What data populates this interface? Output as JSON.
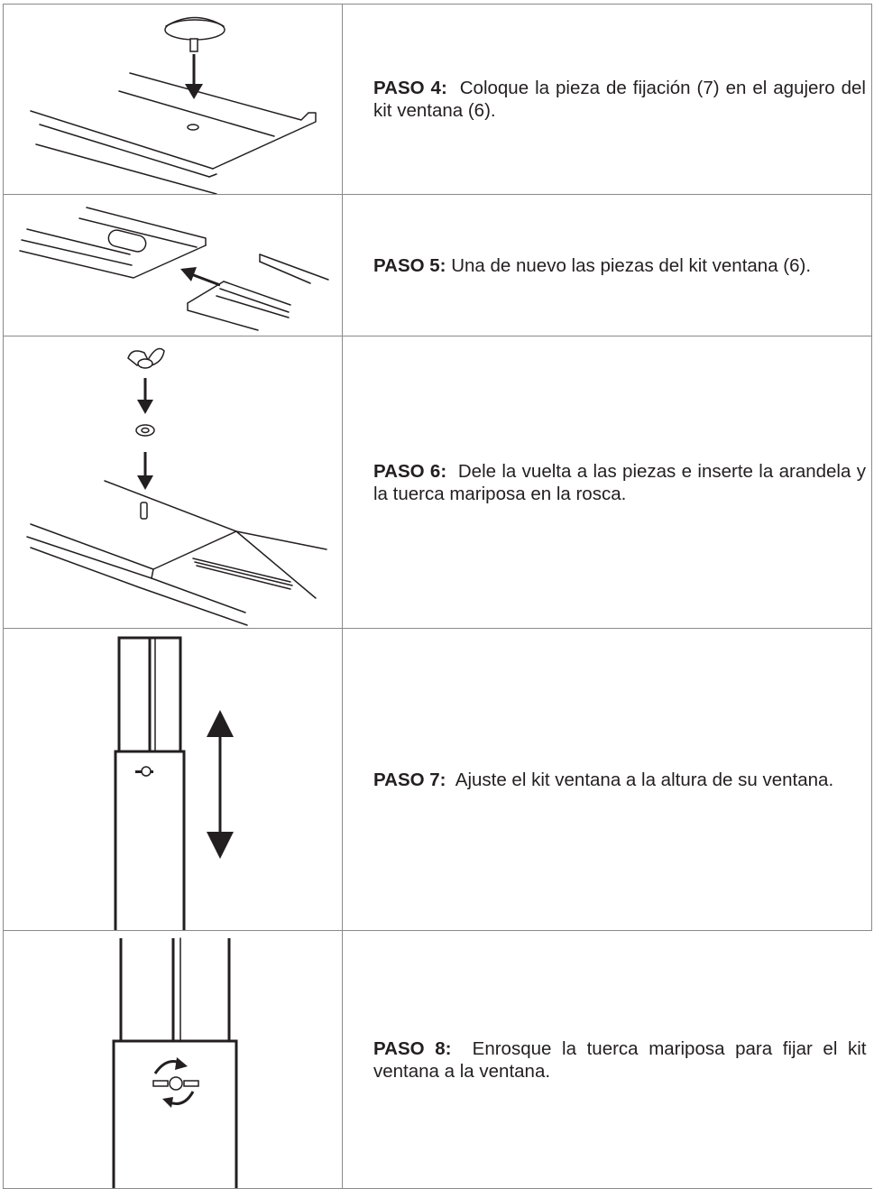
{
  "steps": [
    {
      "label": "PASO 4:",
      "text": "Coloque la pieza de fijación (7) en el agujero del kit ventana (6)."
    },
    {
      "label": "PASO 5:",
      "text": "Una de nuevo las piezas del kit ventana (6)."
    },
    {
      "label": "PASO 6:",
      "text": "Dele la vuelta a las piezas e inserte la arandela y la tuerca mariposa en la rosca."
    },
    {
      "label": "PASO 7:",
      "text": "Ajuste el kit ventana a la altura de su ventana."
    },
    {
      "label": "PASO 8:",
      "text": "Enrosque la tuerca mariposa para fijar el kit ventana a la ventana."
    }
  ]
}
